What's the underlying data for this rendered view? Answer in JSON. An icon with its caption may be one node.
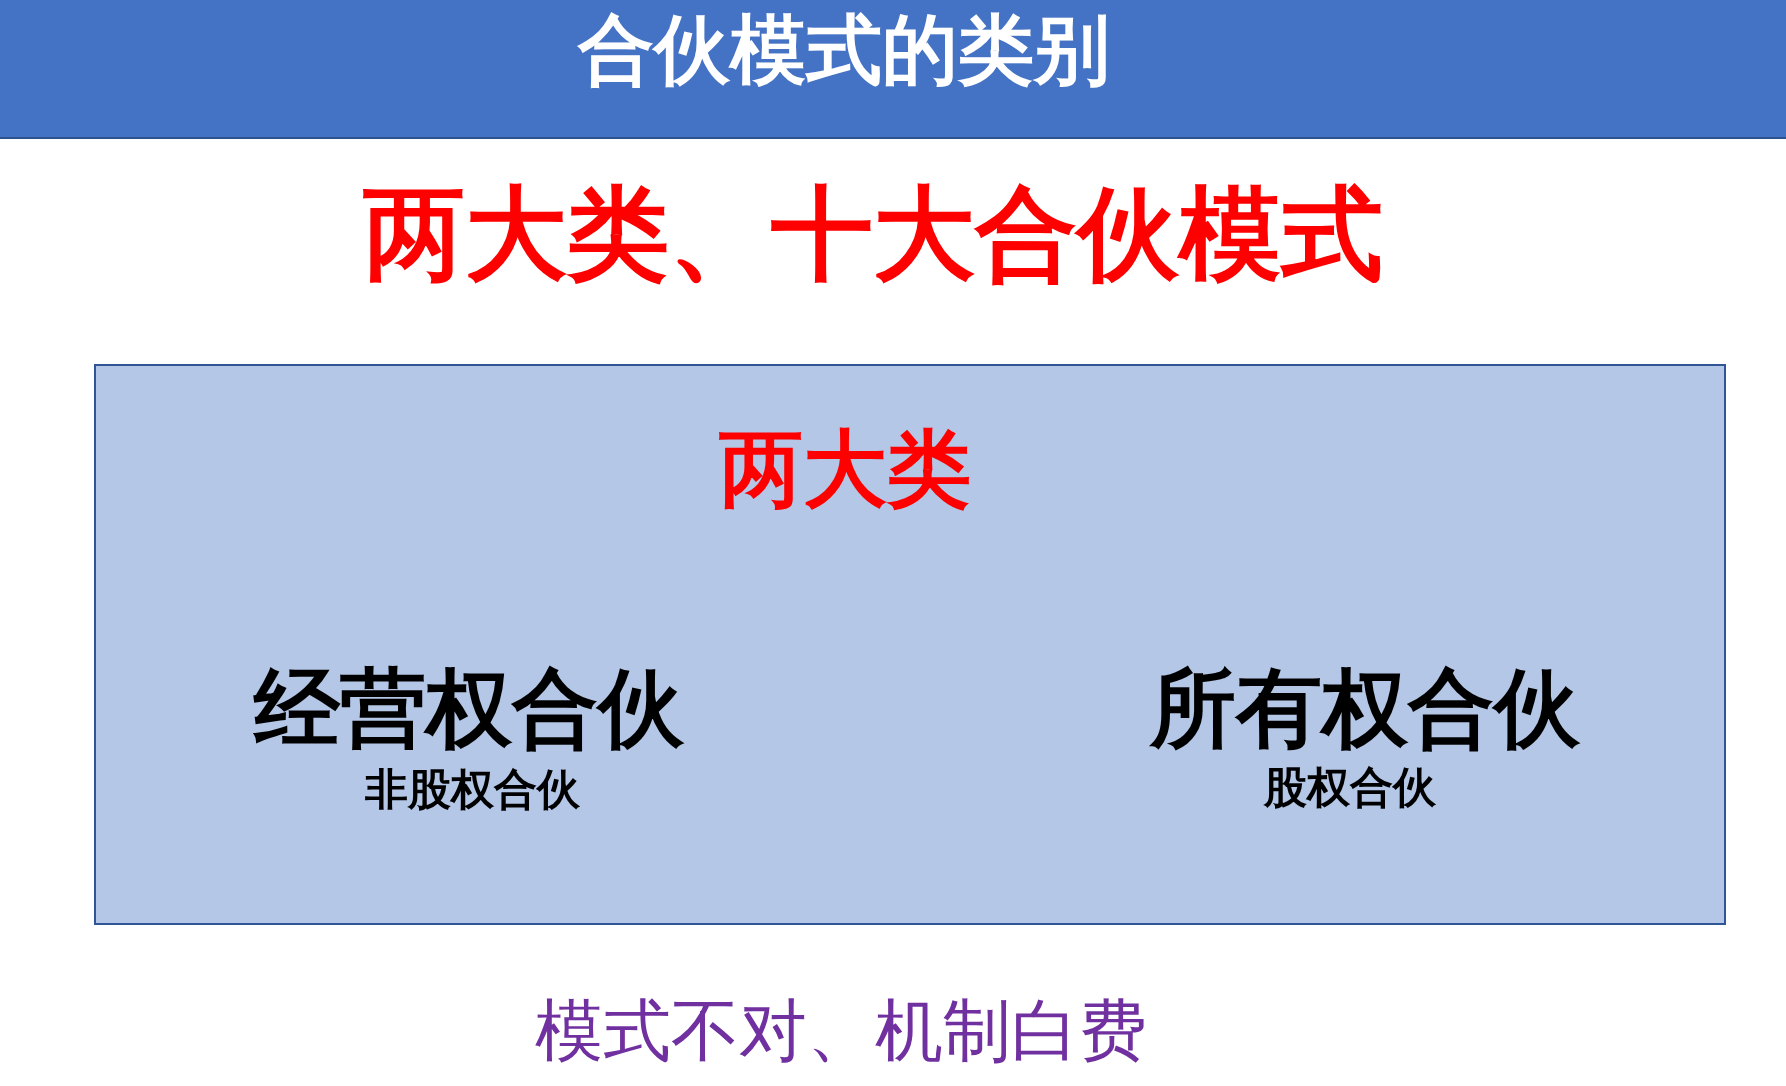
{
  "diagram": {
    "title": "合伙模式的类别",
    "nodes": [
      {
        "text": [
          "两大类",
          "经营权合伙",
          "非股权合伙",
          "所有权合伙",
          "股权合伙"
        ]
      }
    ],
    "labels": [
      "两大类、十大合伙模式",
      "模式不对、机制白费"
    ]
  }
}
